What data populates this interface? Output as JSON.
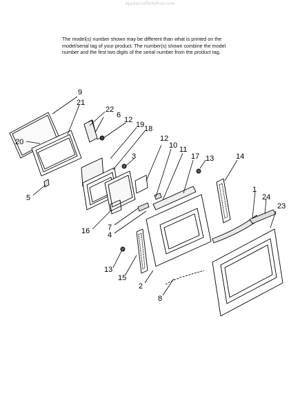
{
  "watermark": "AppliancePartsPros.com",
  "note_lines": [
    "The model(s) number shown may be different than what is printed on the",
    "model/serial tag of your product. The number(s) shown combine the model",
    "number and the first two digits of the serial number from the product tag."
  ],
  "callouts": [
    "9",
    "21",
    "22",
    "6",
    "12",
    "19",
    "18",
    "12",
    "10",
    "20",
    "3",
    "11",
    "17",
    "13",
    "14",
    "5",
    "1",
    "24",
    "23",
    "16",
    "7",
    "4",
    "13",
    "15",
    "2",
    "8"
  ]
}
